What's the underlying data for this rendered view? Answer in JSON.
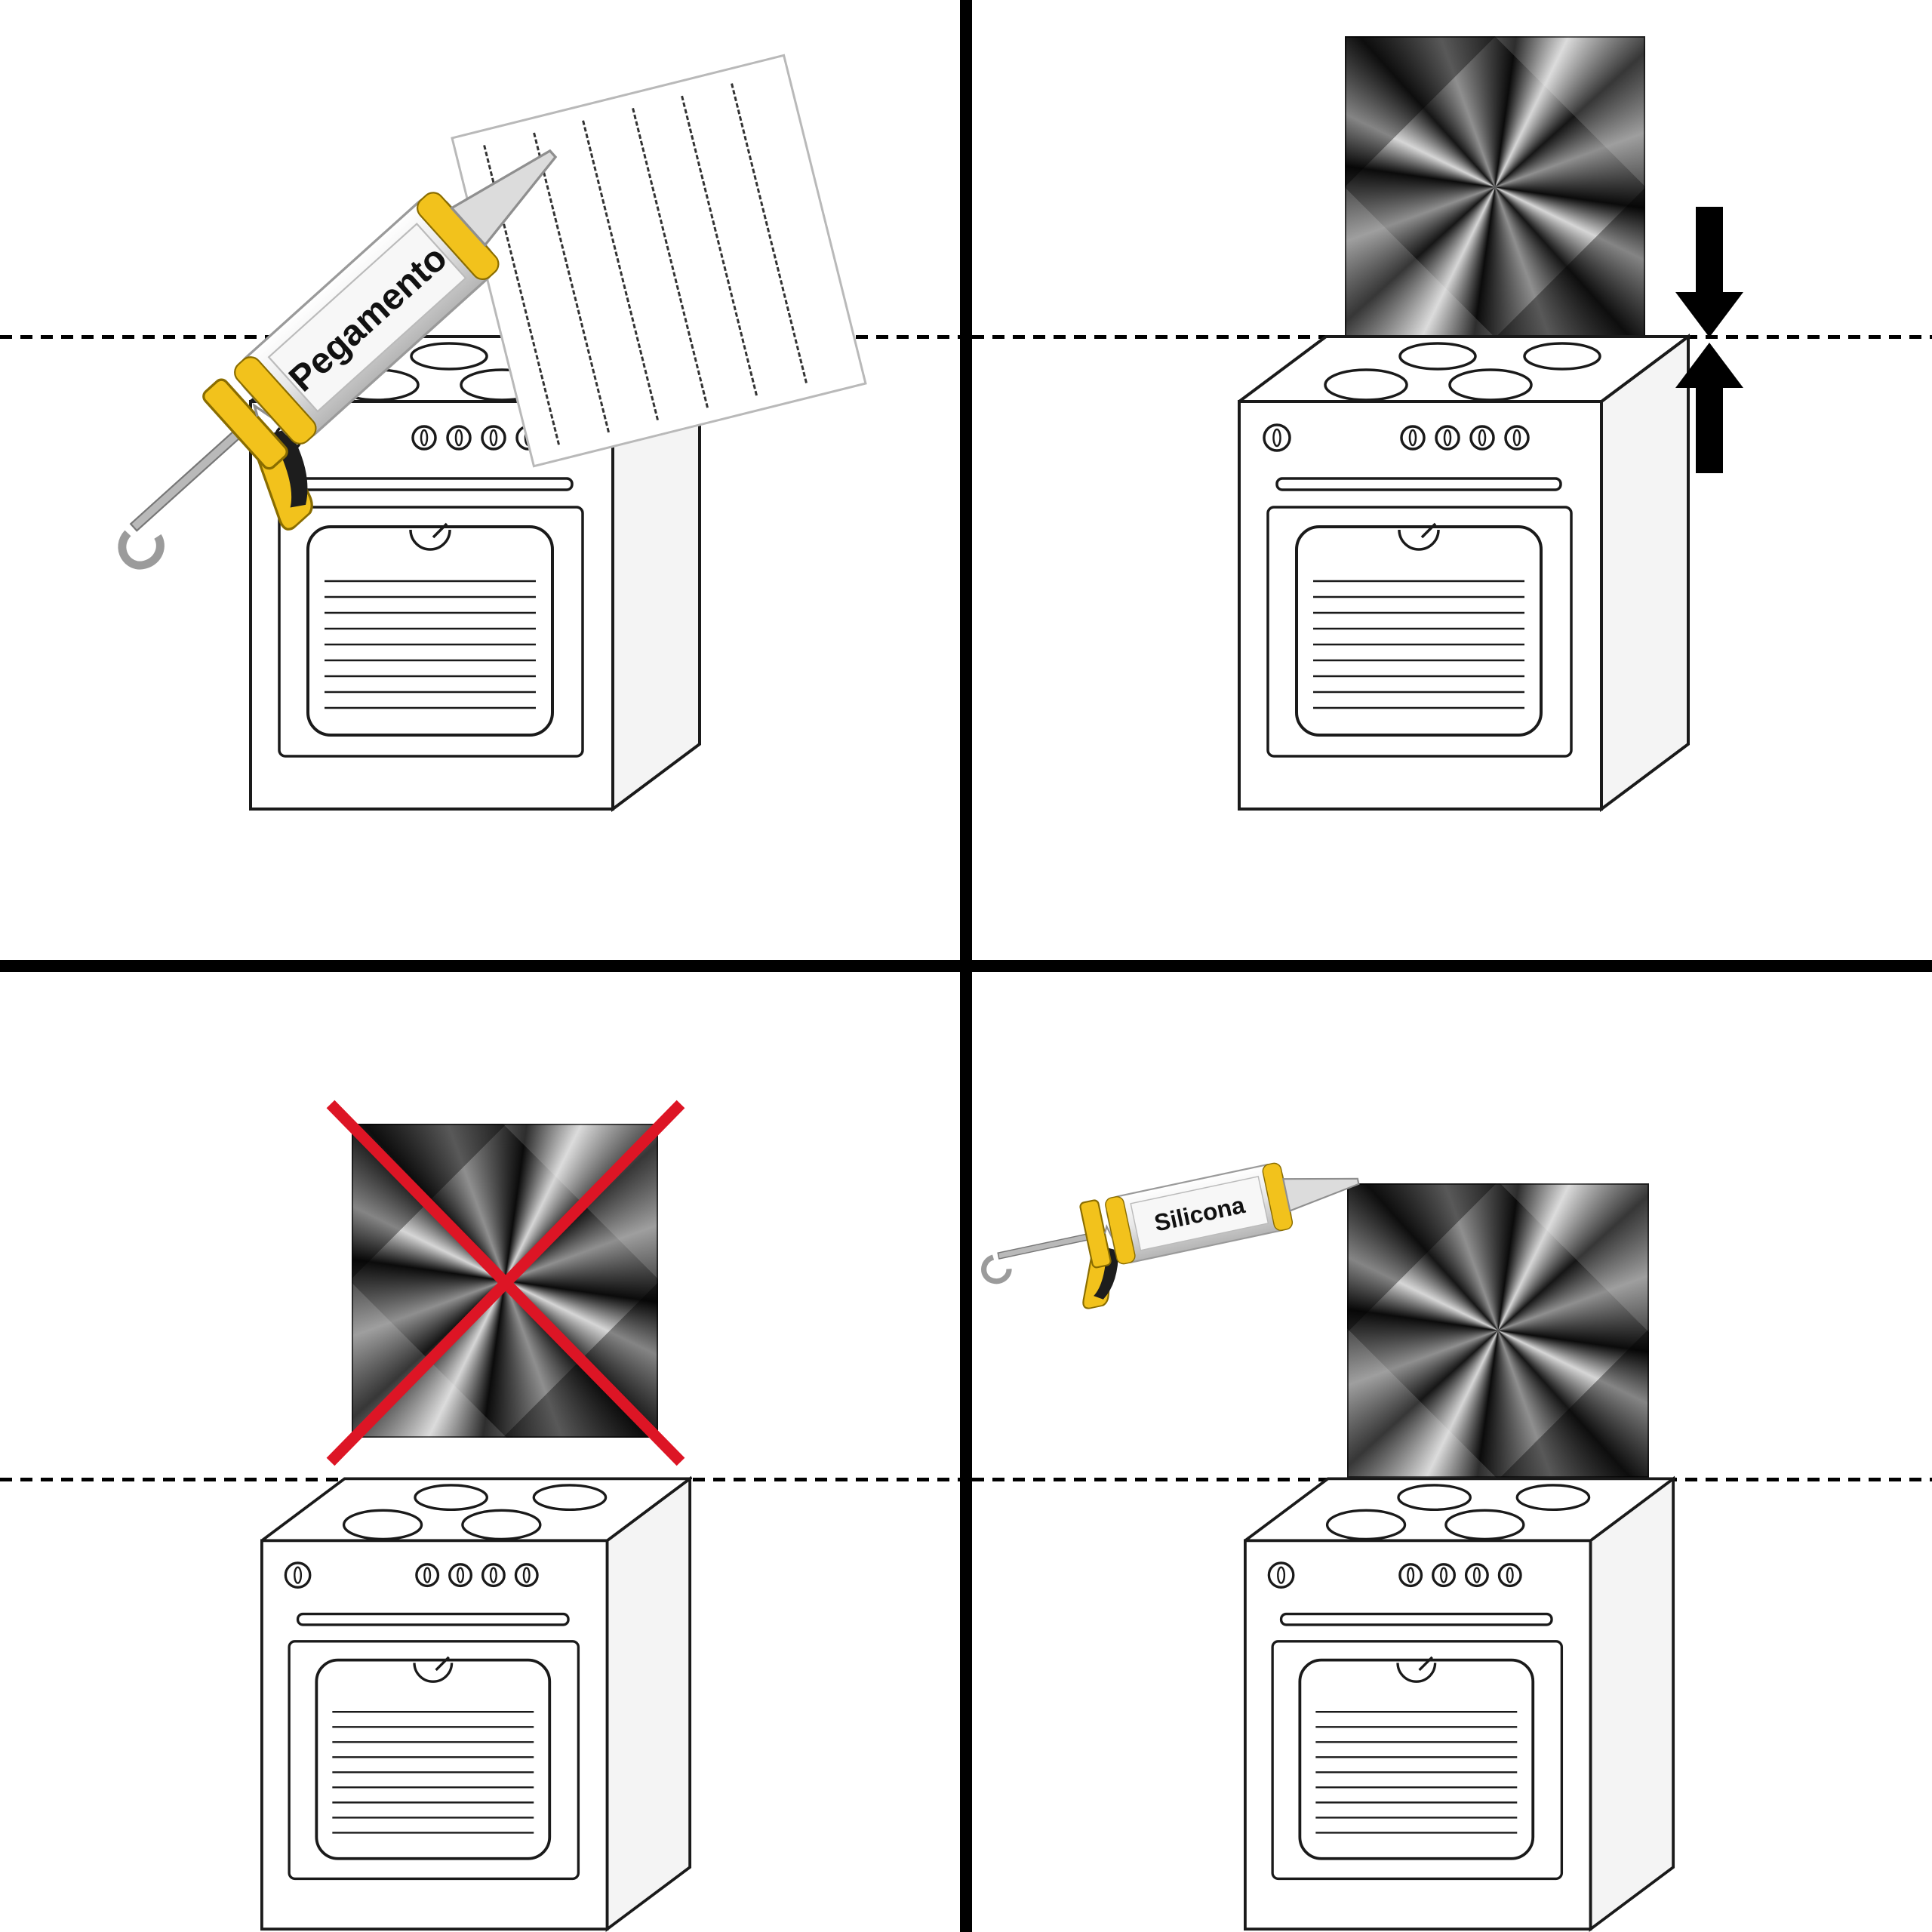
{
  "quadrants": {
    "top_left": {
      "adhesive_label": "Pegamento",
      "icons": [
        "caulk-gun-icon",
        "glue-lines-panel-icon",
        "stove-icon",
        "wall-dashed-line"
      ]
    },
    "top_right": {
      "icons": [
        "metal-panel-icon",
        "press-down-arrow-icon",
        "press-up-arrow-icon",
        "stove-icon",
        "wall-dashed-line"
      ]
    },
    "bottom_left": {
      "icons": [
        "metal-panel-icon",
        "red-cross-icon",
        "stove-icon",
        "wall-dashed-line"
      ]
    },
    "bottom_right": {
      "adhesive_label": "Silicona",
      "icons": [
        "caulk-gun-icon",
        "metal-panel-icon",
        "stove-icon",
        "wall-dashed-line"
      ]
    }
  },
  "colors": {
    "background": "#ffffff",
    "divider": "#000000",
    "gun_yellow": "#f2c21c",
    "cross_red": "#dd1525",
    "outline": "#1a1a1a"
  }
}
